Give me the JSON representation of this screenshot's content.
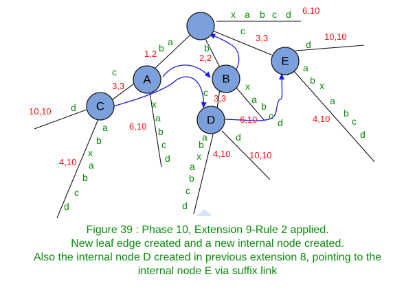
{
  "nodes": [
    {
      "id": "root",
      "label": ""
    },
    {
      "id": "A",
      "label": "A"
    },
    {
      "id": "B",
      "label": "B"
    },
    {
      "id": "C",
      "label": "C"
    },
    {
      "id": "D",
      "label": "D"
    },
    {
      "id": "E",
      "label": "E"
    }
  ],
  "edges": [
    {
      "from": "root",
      "to": "leaf",
      "chars": [
        "x",
        "a",
        "b",
        "c",
        "d"
      ],
      "index": "6,10"
    },
    {
      "from": "root",
      "to": "E",
      "chars": [
        "c"
      ],
      "index": "3,3"
    },
    {
      "from": "root",
      "to": "A",
      "chars": [
        "a",
        "b"
      ],
      "index": "1,2"
    },
    {
      "from": "root",
      "to": "B",
      "chars": [
        "b"
      ],
      "index": "2,2"
    },
    {
      "from": "E",
      "to": "leaf",
      "chars": [
        "d"
      ],
      "index": "10,10"
    },
    {
      "from": "E",
      "to": "leaf",
      "chars": [
        "a",
        "b",
        "x",
        "a",
        "b",
        "c",
        "d"
      ],
      "index": "4,10"
    },
    {
      "from": "A",
      "to": "C",
      "chars": [
        "c"
      ],
      "index": "3,3"
    },
    {
      "from": "A",
      "to": "leaf",
      "chars": [
        "x",
        "a",
        "b",
        "c",
        "d"
      ],
      "index": "6,10"
    },
    {
      "from": "C",
      "to": "leaf",
      "chars": [
        "d"
      ],
      "index": "10,10"
    },
    {
      "from": "C",
      "to": "leaf",
      "chars": [
        "a",
        "b",
        "x",
        "a",
        "b",
        "c",
        "d"
      ],
      "index": "4,10"
    },
    {
      "from": "B",
      "to": "D",
      "chars": [
        "c"
      ],
      "index": "3,3"
    },
    {
      "from": "B",
      "to": "leaf",
      "chars": [
        "x",
        "a",
        "b",
        "c",
        "d"
      ],
      "index": "6,10"
    },
    {
      "from": "D",
      "to": "leaf",
      "chars": [
        "a",
        "b",
        "x",
        "a",
        "b",
        "c",
        "d"
      ],
      "index": "4,10"
    },
    {
      "from": "D",
      "to": "leaf",
      "chars": [
        "d"
      ],
      "index": "10,10"
    }
  ],
  "suffix_links": [
    {
      "from": "A",
      "to": "B"
    },
    {
      "from": "B",
      "to": "root"
    },
    {
      "from": "C",
      "to": "D"
    },
    {
      "from": "D",
      "to": "E"
    }
  ],
  "caption": {
    "line1": "Figure 39 : Phase 10, Extension 9-Rule 2 applied.",
    "line2": "New leaf edge created and a new internal node created.",
    "line3": "Also the internal node D created in previous extension 8, pointing to the",
    "line4": "internal node E via suffix link"
  },
  "colors": {
    "node_fill": "#7BA0DC",
    "edge_label": "#0a8a0a",
    "index_label": "#ee1111",
    "suffix_link": "#1a1aee",
    "caption": "#0a8a0a"
  }
}
